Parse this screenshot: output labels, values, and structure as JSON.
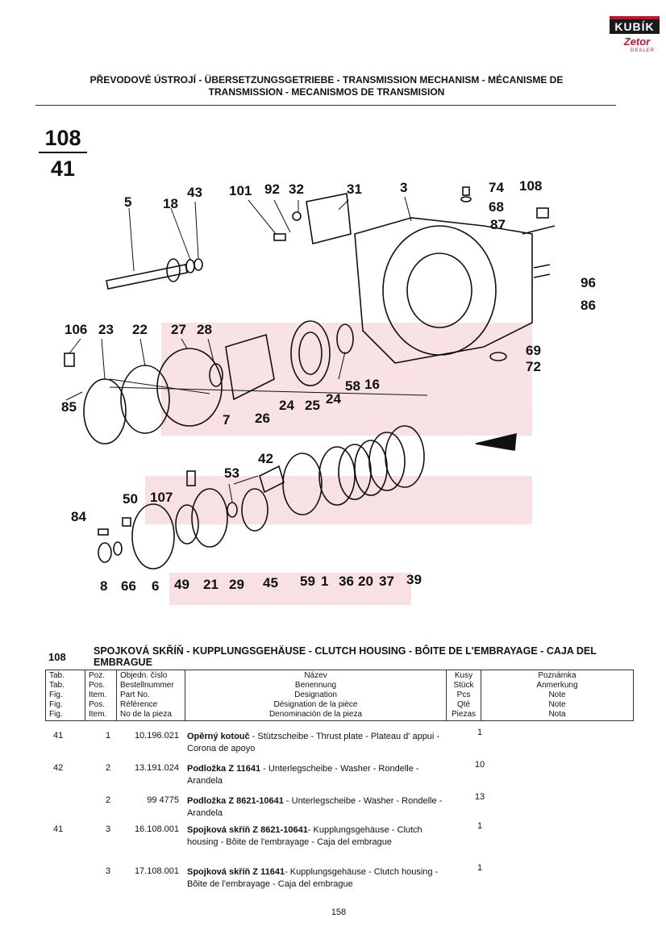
{
  "logo": {
    "brand": "KUBÍK",
    "zetor": "Zetor",
    "dealer": "DEALER"
  },
  "header": {
    "title_line1": "PŘEVODOVÉ ÚSTROJÍ - ÜBERSETZUNGSGETRIEBE - TRANSMISSION MECHANISM - MÉCANISME DE",
    "title_line2": "TRANSMISSION - MECANISMOS DE TRANSMISION"
  },
  "figure": {
    "group": "108",
    "page_fig": "41"
  },
  "callouts": [
    "5",
    "18",
    "43",
    "101",
    "92",
    "32",
    "31",
    "3",
    "74",
    "68",
    "108",
    "87",
    "96",
    "86",
    "106",
    "23",
    "22",
    "27",
    "28",
    "69",
    "72",
    "16",
    "58",
    "24",
    "25",
    "24",
    "26",
    "7",
    "85",
    "42",
    "53",
    "50",
    "107",
    "84",
    "8",
    "66",
    "6",
    "49",
    "21",
    "29",
    "45",
    "59",
    "1",
    "36",
    "20",
    "37",
    "39"
  ],
  "table": {
    "group_number": "108",
    "caption": "SPOJKOVÁ SKŘÍŇ - KUPPLUNGSGEHÄUSE - CLUTCH HOUSING - BÔITE DE L'EMBRAYAGE - CAJA DEL EMBRAGUE",
    "col_tab": [
      "Tab.",
      "Tab.",
      "Fig.",
      "Fig.",
      "Fig."
    ],
    "col_pos": [
      "Poz.",
      "Pos.",
      "Item.",
      "Pos.",
      "Item."
    ],
    "col_part": [
      "Objedn. číslo",
      "Bestellnummer",
      "Part No.",
      "Référence",
      "No de la pieza"
    ],
    "col_name": [
      "Název",
      "Benennung",
      "Designation",
      "Désignation de la pièce",
      "Denominación de la pieza"
    ],
    "col_qty": [
      "Kusy",
      "Stück",
      "Pcs",
      "Qté",
      "Piezas"
    ],
    "col_note": [
      "Poznámka",
      "Anmerkung",
      "Note",
      "Note",
      "Nota"
    ],
    "rows": [
      {
        "tab": "41",
        "pos": "1",
        "part": "10.196.021",
        "name_bold": "Opěrný kotouč",
        "name_rest": " - Stützscheibe - Thrust plate - Plateau d' appui - Corona de apoyo",
        "qty": "1"
      },
      {
        "tab": "42",
        "pos": "2",
        "part": "13.191.024",
        "name_bold": "Podložka Z 11641",
        "name_rest": " - Unterlegscheibe - Washer - Rondelle - Arandela",
        "qty": "10"
      },
      {
        "tab": "",
        "pos": "2",
        "part": "99 4775",
        "name_bold": "Podložka Z 8621-10641",
        "name_rest": " - Unterlegscheibe - Washer - Rondelle - Arandela",
        "qty": "13"
      },
      {
        "tab": "41",
        "pos": "3",
        "part": "16.108.001",
        "name_bold": "Spojková skříň Z 8621-10641",
        "name_rest": "- Kupplungsgehäuse - Clutch housing - Bôite de l'embrayage - Caja del embrague",
        "qty": "1"
      },
      {
        "tab": "",
        "pos": "3",
        "part": "17.108.001",
        "name_bold": "Spojková skříň Z 11641",
        "name_rest": "- Kupplungsgehäuse - Clutch housing - Bôite de l'embrayage - Caja del embrague",
        "qty": "1"
      }
    ]
  },
  "footer": {
    "page_number": "158"
  }
}
